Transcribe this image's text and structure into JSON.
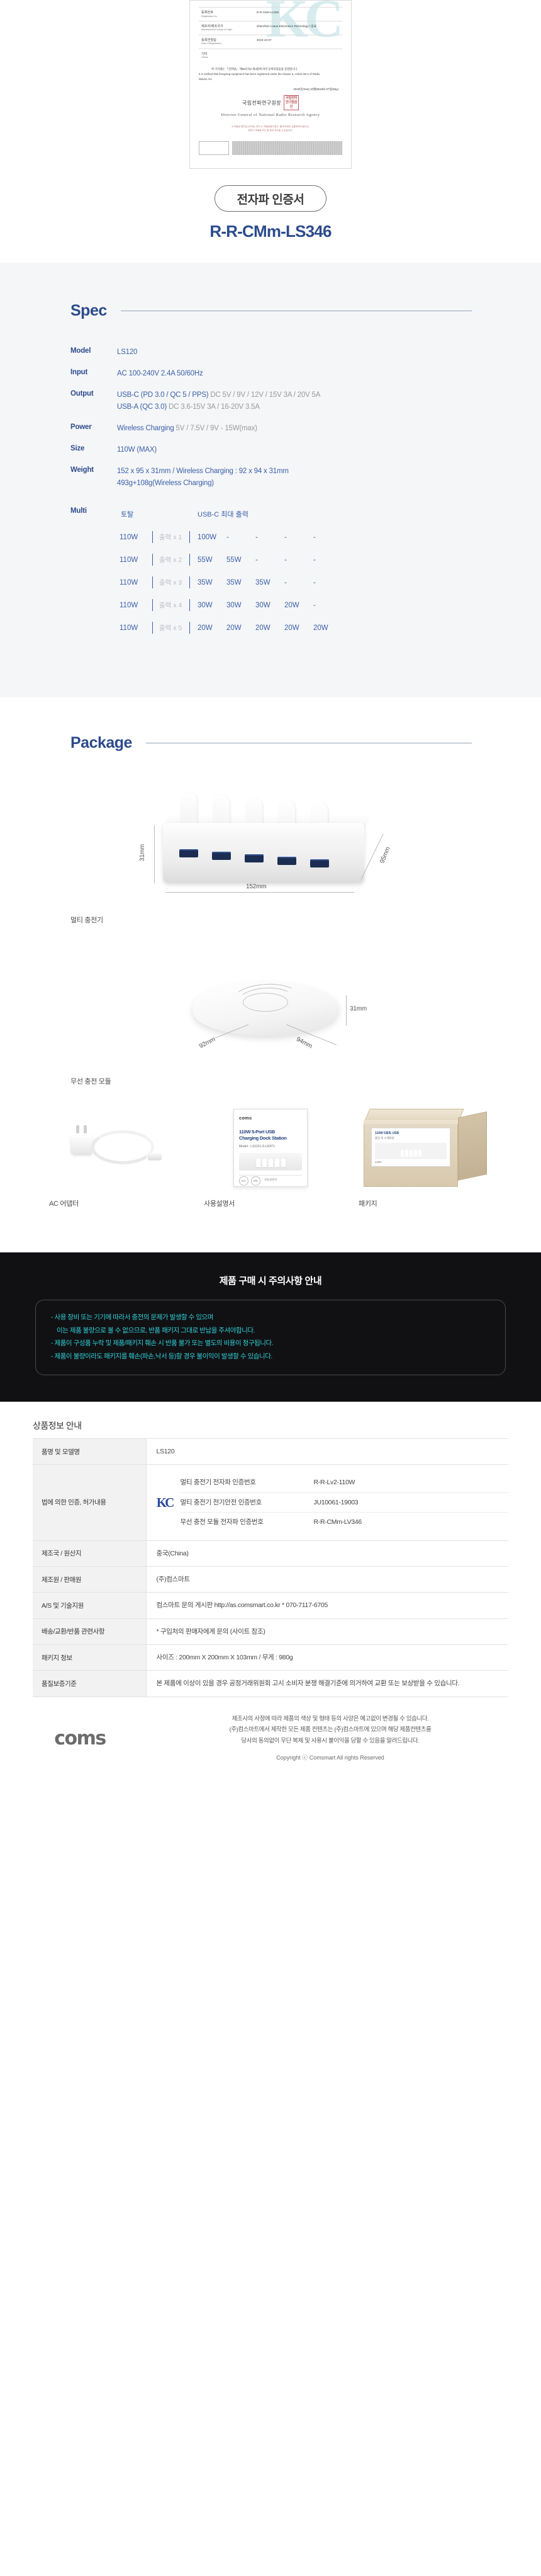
{
  "certificate": {
    "watermark": "KC",
    "rows": [
      {
        "ko": "등록번호",
        "en": "Registration No.",
        "value": "R-R-CMm-LV346"
      },
      {
        "ko": "제조자/제조국가",
        "en": "Manufacturer/Country of Origin",
        "value": "Shenzhen Lvsun Electronics Technology / 중국"
      },
      {
        "ko": "등록연월일",
        "en": "Date of Registration",
        "value": "2019-10-07"
      },
      {
        "ko": "기타",
        "en": "Others",
        "value": ""
      }
    ],
    "note_ko": "위 기자재는 「전파법」 제58조의2 제3항에 따라 등록되었음을 증명합니다.",
    "note_en1": "It is verified that foregoing equipment has been registered under the Clause 3, Article 58-2 of Radio",
    "note_en2": "Waves Act.",
    "date_line": "2019년(Year)  10월(Month)  07일(Day)",
    "signer_ko": "국립전파연구원장",
    "stamp_text": "국립전파연구원장인",
    "signer_en": "Director General of National Radio Research Agency",
    "warn1": "※ 적합성 평가표시가되는 반드시 \"적합성평가표시\" 를 부착하여 유통하여야 합니다.",
    "warn2": "위반시 과태료 또는 벌 등의 처소될 수 있습니다.",
    "pill_label": "전자파 인증서",
    "reg_no": "R-R-CMm-LS346"
  },
  "spec": {
    "title": "Spec",
    "rows": [
      {
        "key": "Model",
        "lines": [
          {
            "strong": "LS120",
            "dim": ""
          }
        ]
      },
      {
        "key": "Input",
        "lines": [
          {
            "strong": "AC 100-240V 2.4A 50/60Hz",
            "dim": ""
          }
        ]
      },
      {
        "key": "Output",
        "lines": [
          {
            "strong": "USB-C (PD 3.0 / QC 5 / PPS)",
            "dim": " DC 5V / 9V / 12V / 15V 3A / 20V 5A"
          },
          {
            "strong": "USB-A (QC 3.0)",
            "dim": " DC 3.6-15V 3A / 16-20V 3.5A"
          }
        ]
      },
      {
        "key": "Power",
        "lines": [
          {
            "strong": "Wireless Charging",
            "dim": " 5V / 7.5V / 9V - 15W(max)"
          }
        ]
      },
      {
        "key": "Size",
        "lines": [
          {
            "strong": "110W (MAX)",
            "dim": ""
          }
        ]
      },
      {
        "key": "Weight",
        "lines": [
          {
            "strong": "152 x 95 x 31mm / Wireless Charging : 92 x 94 x 31mm",
            "dim": ""
          },
          {
            "strong": "493g+108g(Wireless Charging)",
            "dim": ""
          }
        ]
      }
    ],
    "multi": {
      "key": "Multi",
      "header_total": "토탈",
      "header_usbc": "USB-C 최대 출력",
      "rows": [
        {
          "total": "110W",
          "count": "출력 x 1",
          "ports": [
            "100W",
            "-",
            "-",
            "-",
            "-"
          ]
        },
        {
          "total": "110W",
          "count": "출력 x 2",
          "ports": [
            "55W",
            "55W",
            "-",
            "-",
            "-"
          ]
        },
        {
          "total": "110W",
          "count": "출력 x 3",
          "ports": [
            "35W",
            "35W",
            "35W",
            "-",
            "-"
          ]
        },
        {
          "total": "110W",
          "count": "출력 x 4",
          "ports": [
            "30W",
            "30W",
            "30W",
            "20W",
            "-"
          ]
        },
        {
          "total": "110W",
          "count": "출력 x 5",
          "ports": [
            "20W",
            "20W",
            "20W",
            "20W",
            "20W"
          ]
        }
      ]
    }
  },
  "package": {
    "title": "Package",
    "charger": {
      "caption": "멀티 충전기",
      "dim_width": "152mm",
      "dim_height": "31mm",
      "dim_depth": "95mm"
    },
    "wireless": {
      "caption": "무선 충전 모듈",
      "dim_height": "31mm",
      "dim_left": "92mm",
      "dim_right": "94mm"
    },
    "accessories": [
      {
        "caption": "AC 어댑터"
      },
      {
        "caption": "사용설명서"
      },
      {
        "caption": "패키지"
      }
    ],
    "manual": {
      "brand": "coms",
      "title1": "110W 5-Port USB",
      "title2": "Charging Dock Station",
      "model": "Model : LS110-LS-UOIT1",
      "badge1": "KC",
      "badge2": "PD",
      "footer": "사용설명서"
    },
    "box": {
      "line1": "110W 5포트 USB",
      "line2": "충전 독 스테이션",
      "brand": "coms"
    }
  },
  "caution": {
    "title": "제품 구매 시 주의사항 안내",
    "items": [
      "- 사용 장비 또는 기기에 따라서 충전의 문제가 발생할 수 있으며",
      "이는 제품 불량으로 볼 수 없으므로, 반품 패키지 그대로 반납을 주셔야합니다.",
      "- 제품이 구성품 누락 및 제품/패키지 훼손 시 반품 불가 또는 별도의 비용이 청구됩니다.",
      "- 제품이 불량이라도 패키지를 훼손(파손,낙서 등)할 경우 불이익이 발생할 수 있습니다."
    ]
  },
  "info": {
    "title": "상품정보 안내",
    "rows": [
      {
        "label": "품명 및 모델명",
        "value": "LS120"
      },
      {
        "label": "제조국 / 원산지",
        "value": "중국(China)"
      },
      {
        "label": "제조원 / 판매원",
        "value": "(주)컴스마트"
      },
      {
        "label": "A/S 및 기술지원",
        "value": "컴스마트 문의 게시판  http://as.comsmart.co.kr  * 070-7117-6705"
      },
      {
        "label": "배송/교환/반품 관련사항",
        "value": "* 구입처의 판매자에게 문의 (사이트 참조)"
      },
      {
        "label": "패키지 정보",
        "value": "사이즈 : 200mm X 200mm X 103mm   /   무게 : 980g"
      },
      {
        "label": "품질보증기준",
        "value": "본 제품에 이상이 있을 경우 공정거래위원회 고시 소비자 분쟁 해결기준에 의거하여 교환 또는 보상받을 수 있습니다."
      }
    ],
    "cert_row": {
      "label": "법에 의한 인증, 허가내용",
      "kc_mark": "KC",
      "lines": [
        {
          "name": "멀티 충전기 전자파 인증번호",
          "no": "R-R-Lv2-110W"
        },
        {
          "name": "멀티 충전기 전기안전 인증번호",
          "no": "JU10061-19003"
        },
        {
          "name": "무선 충전 모듈 전자파 인증번호",
          "no": "R-R-CMm-LV346"
        }
      ]
    }
  },
  "footer": {
    "brand": "coms",
    "line1": "제조사의 사정에 따라 제품의 색상 및 형태 등의 사양은 예고없이 변경될 수 있습니다.",
    "line2": "(주)컴스마트에서 제작한 모든 제품 컨텐츠는 (주)컴스마트에 있으며 해당 제품컨텐츠를",
    "line3": "당사의 동의없이 무단 복제 및 사용시 불이익을 당할 수 있음을 알려드립니다.",
    "copyright": "Copyright ⓒ Comsmart All rights Reserved"
  }
}
